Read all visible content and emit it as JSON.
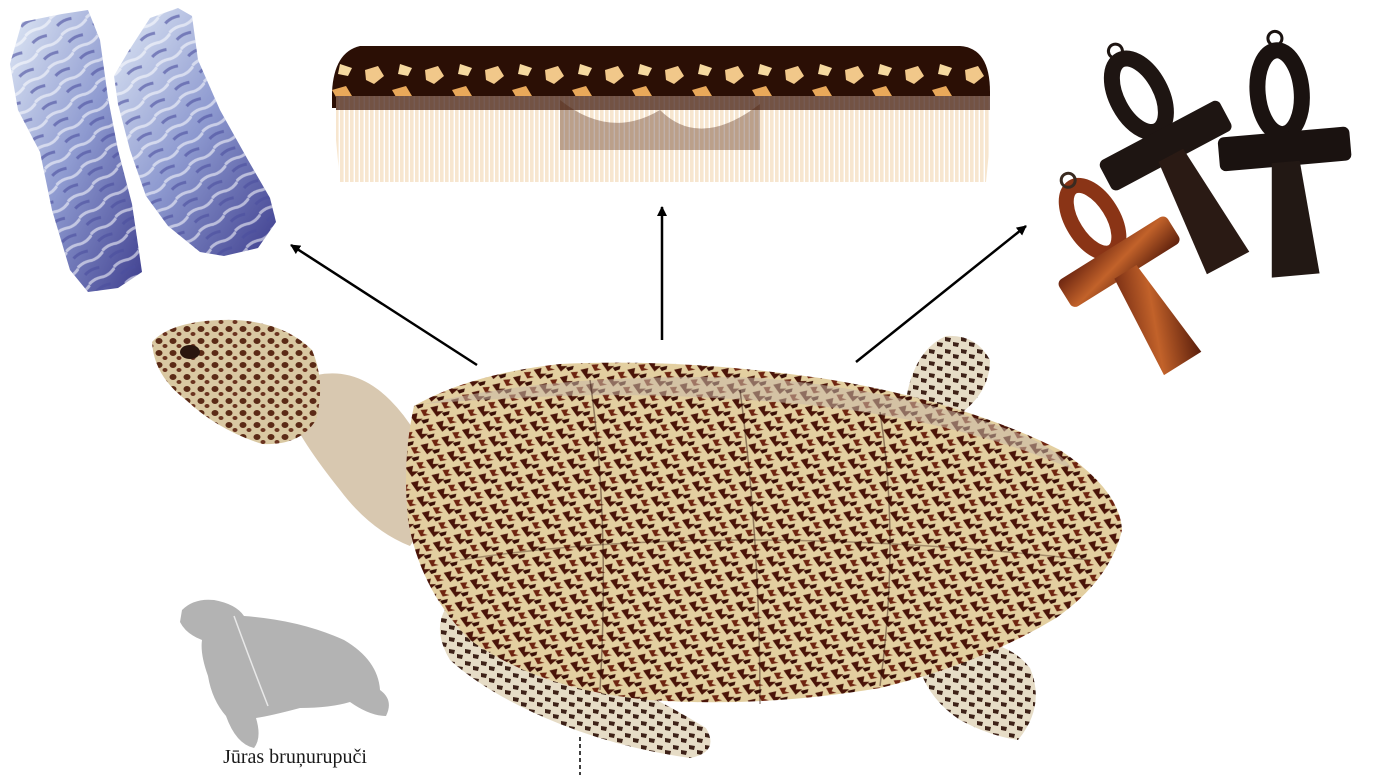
{
  "figure": {
    "caption": "Jūras bruņurupuči",
    "items": [
      {
        "name": "shell-plates"
      },
      {
        "name": "tortoiseshell-comb"
      },
      {
        "name": "ankh-pendants"
      },
      {
        "name": "hawksbill-turtle"
      },
      {
        "name": "turtle-silhouette"
      }
    ],
    "colors": {
      "arrow": "#000000",
      "silhouette": "#b3b3b3",
      "shell_dark": "#3a1208",
      "shell_mid": "#7a2a12",
      "shell_light": "#e3cfa0",
      "plate_blue": "#5a66b8",
      "plate_light": "#dfe8f5",
      "pendant_dark": "#1e1512",
      "pendant_amber": "#a8451e"
    }
  }
}
